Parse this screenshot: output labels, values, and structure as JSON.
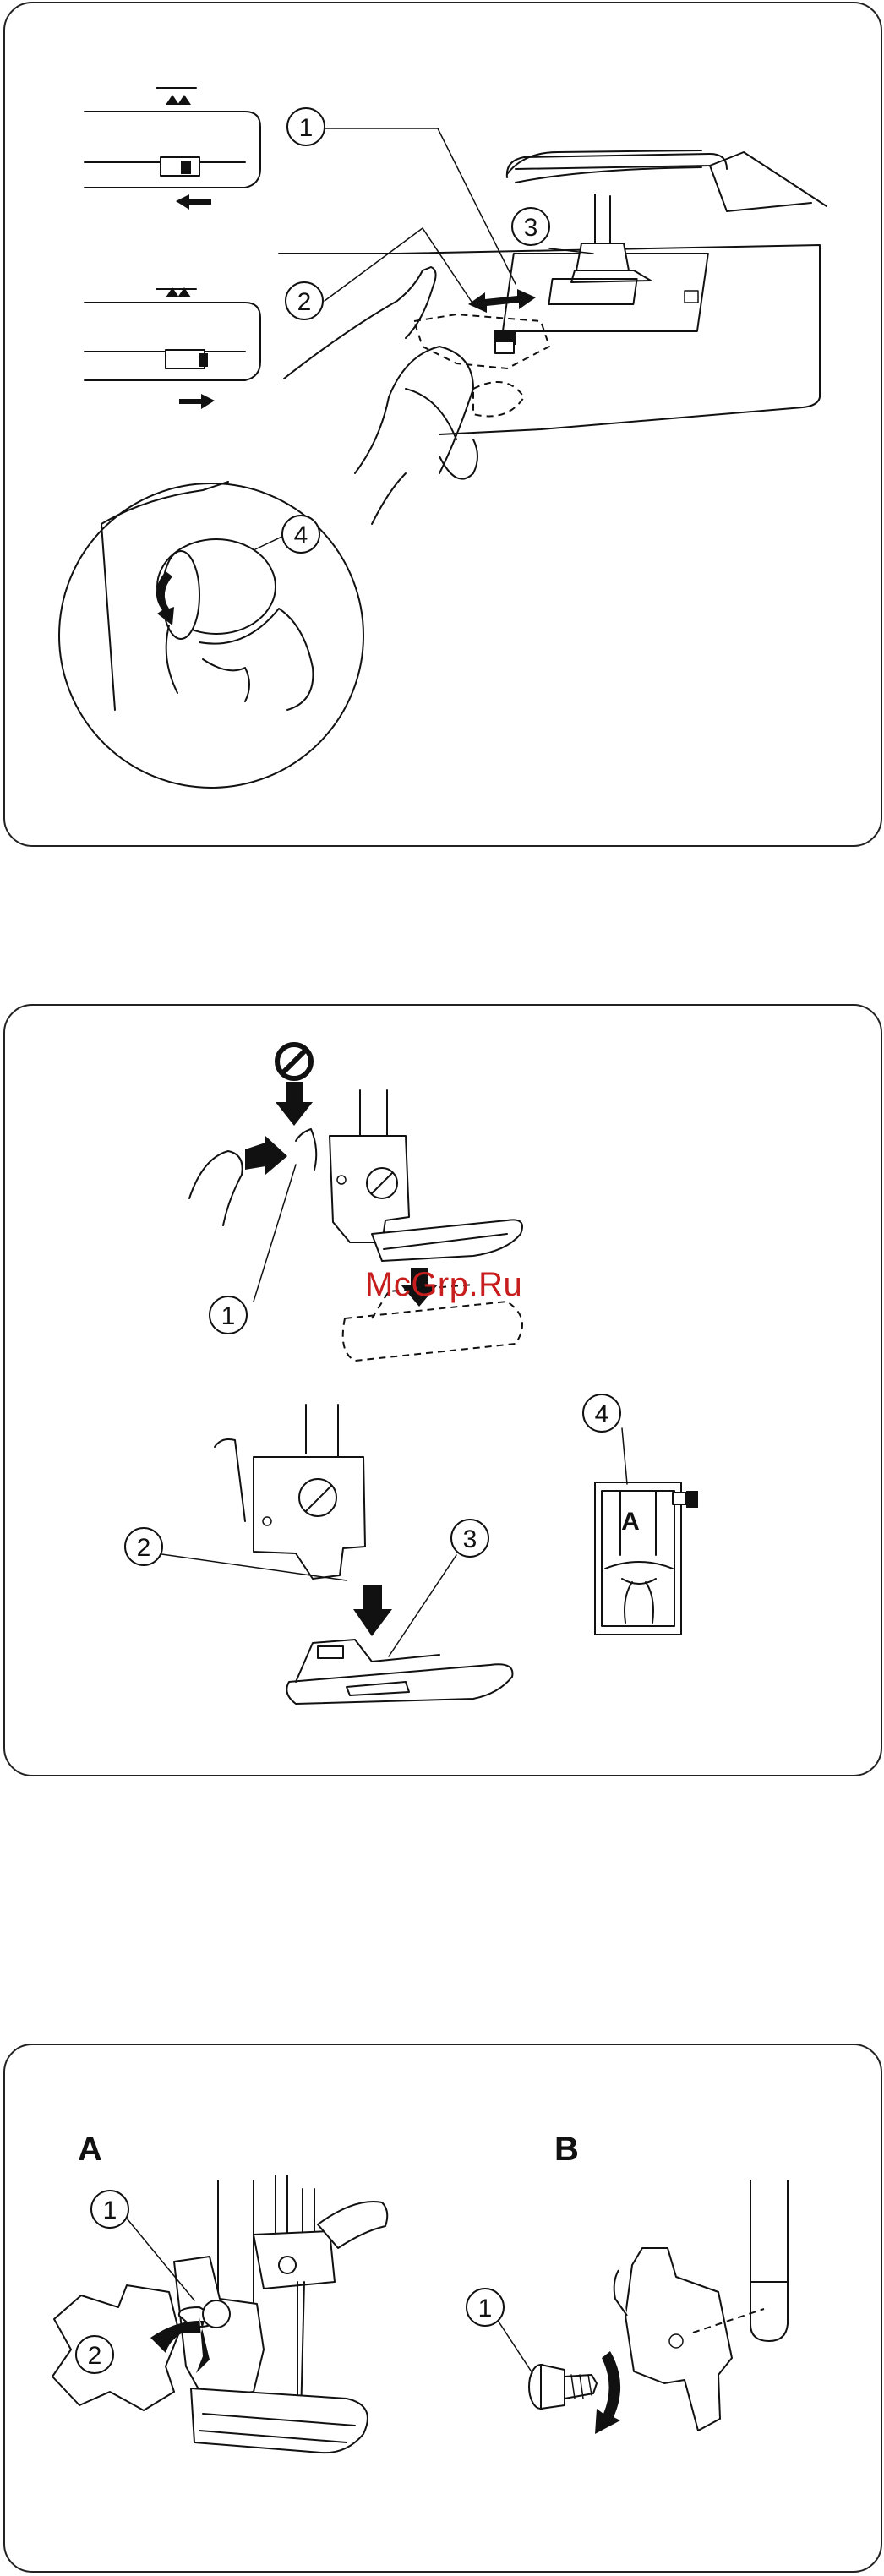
{
  "panels": {
    "top": {
      "callouts": [
        "1",
        "2",
        "3",
        "4"
      ]
    },
    "middle": {
      "callouts": [
        "1",
        "2",
        "3",
        "4"
      ],
      "foot_letter": "A",
      "watermark": "McGrp.Ru"
    },
    "bottom": {
      "section_a": "A",
      "section_b": "B",
      "callouts_a": [
        "1",
        "2"
      ],
      "callouts_b": [
        "1"
      ]
    }
  }
}
